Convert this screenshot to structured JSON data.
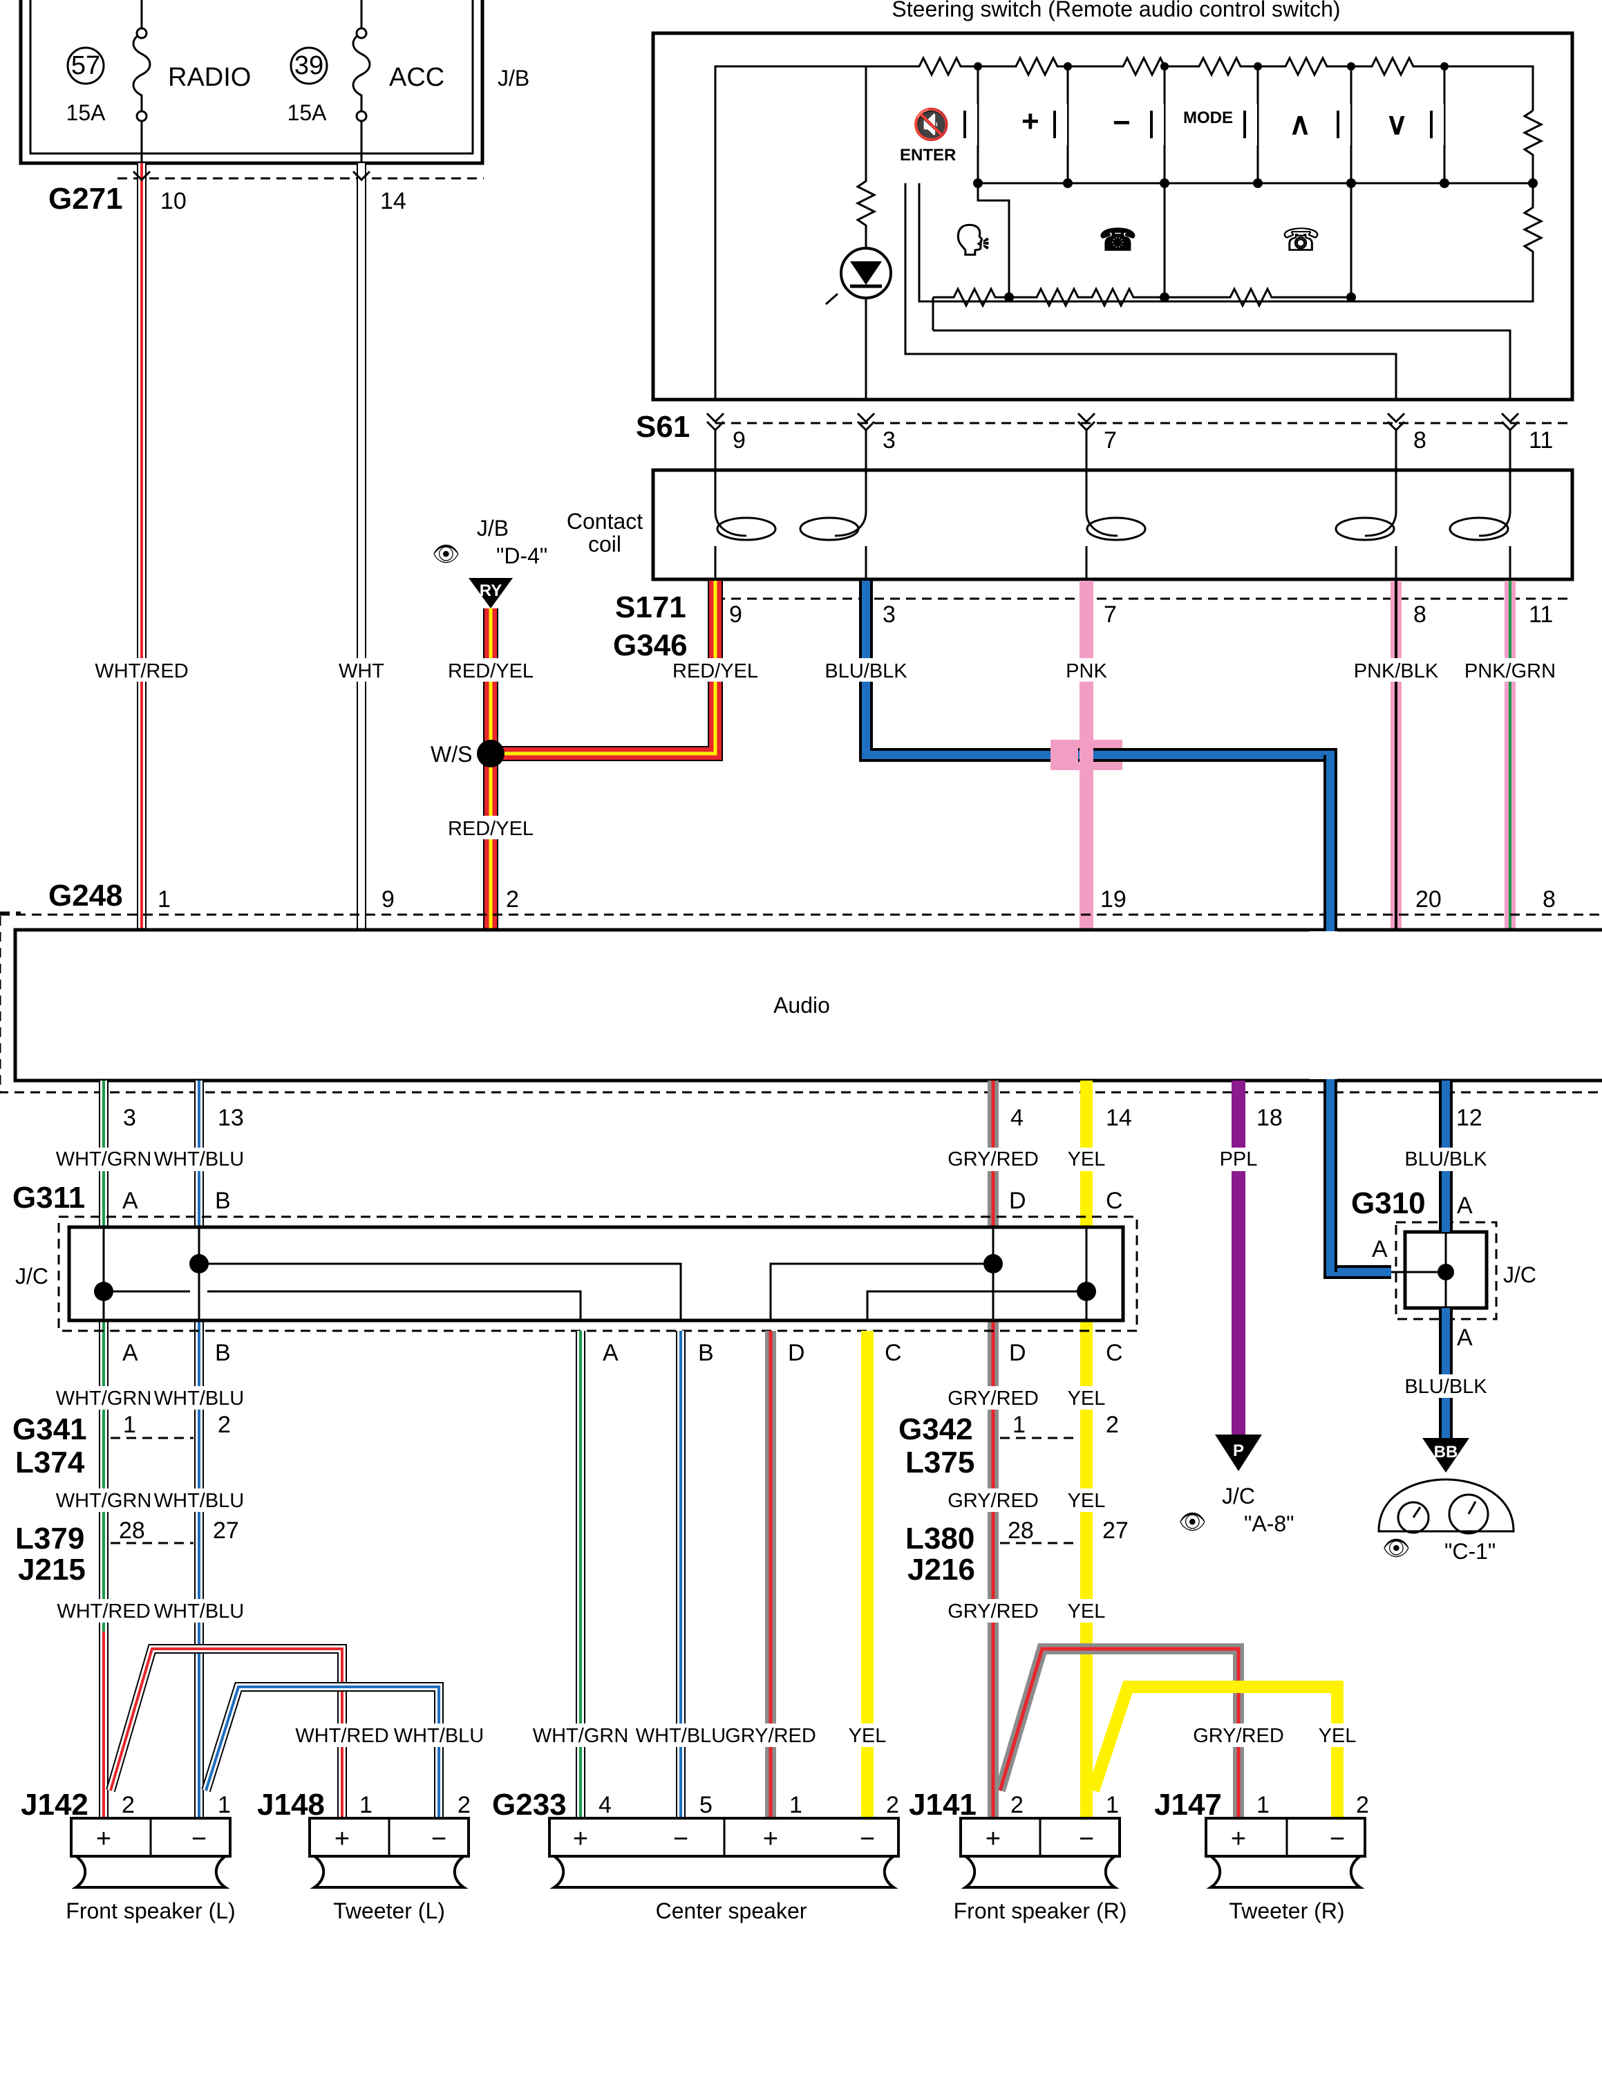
{
  "header": {
    "steering_title": "Steering switch (Remote audio control switch)"
  },
  "fuses": [
    {
      "number": "57",
      "name": "RADIO",
      "rating": "15A"
    },
    {
      "number": "39",
      "name": "ACC",
      "rating": "15A"
    }
  ],
  "jb_label": "J/B",
  "switch_labels": {
    "mode": "MODE",
    "enter": "ENTER",
    "plus": "+",
    "minus": "−",
    "up": "∧",
    "down": "∨"
  },
  "connectors": {
    "g271": {
      "name": "G271",
      "pins": [
        "10",
        "14"
      ]
    },
    "s61": {
      "name": "S61",
      "pins": [
        "9",
        "3",
        "7",
        "8",
        "11"
      ]
    },
    "s171": {
      "name": "S171",
      "pins": [
        "9",
        "3",
        "7",
        "8",
        "11"
      ]
    },
    "g346": {
      "name": "G346"
    },
    "g248": {
      "name": "G248",
      "pins": [
        "1",
        "9",
        "2",
        "19",
        "20",
        "8"
      ]
    },
    "g311": {
      "name": "G311"
    },
    "g310": {
      "name": "G310"
    },
    "g341": {
      "name": "G341",
      "pins": [
        "1",
        "2"
      ]
    },
    "l374": {
      "name": "L374"
    },
    "g342": {
      "name": "G342",
      "pins": [
        "1",
        "2"
      ]
    },
    "l375": {
      "name": "L375"
    },
    "l379": {
      "name": "L379",
      "pins": [
        "28",
        "27"
      ]
    },
    "j215": {
      "name": "J215"
    },
    "l380": {
      "name": "L380",
      "pins": [
        "28",
        "27"
      ]
    },
    "j216": {
      "name": "J216"
    },
    "j142": {
      "name": "J142",
      "pins": [
        "2",
        "1"
      ]
    },
    "j148": {
      "name": "J148",
      "pins": [
        "1",
        "2"
      ]
    },
    "g233": {
      "name": "G233",
      "pins": [
        "4",
        "5",
        "1",
        "2"
      ]
    },
    "j141": {
      "name": "J141",
      "pins": [
        "2",
        "1"
      ]
    },
    "j147": {
      "name": "J147",
      "pins": [
        "1",
        "2"
      ]
    }
  },
  "audio_pins": [
    "3",
    "13",
    "4",
    "14",
    "18",
    "12"
  ],
  "jc_letters": [
    "A",
    "B",
    "D",
    "C"
  ],
  "labels": {
    "contact_coil_1": "Contact",
    "contact_coil_2": "coil",
    "jb_ref_1": "J/B",
    "jb_ref_2": "\"D-4\"",
    "ry": "RY",
    "ws": "W/S",
    "audio": "Audio",
    "jc": "J/C",
    "jc_ref_1": "J/C",
    "jc_ref_2": "\"A-8\"",
    "p_tag": "P",
    "bb_tag": "BB",
    "meter_ref": "\"C-1\""
  },
  "wires": {
    "wht_red": "WHT/RED",
    "wht": "WHT",
    "red_yel": "RED/YEL",
    "blu_blk": "BLU/BLK",
    "pnk": "PNK",
    "pnk_blk": "PNK/BLK",
    "pnk_grn": "PNK/GRN",
    "wht_grn": "WHT/GRN",
    "wht_blu": "WHT/BLU",
    "gry_red": "GRY/RED",
    "yel": "YEL",
    "ppl": "PPL"
  },
  "speakers": [
    {
      "name": "Front speaker (L)"
    },
    {
      "name": "Tweeter (L)"
    },
    {
      "name": "Center speaker"
    },
    {
      "name": "Front speaker (R)"
    },
    {
      "name": "Tweeter (R)"
    }
  ],
  "colors": {
    "red": "#e8262c",
    "yellow": "#fff200",
    "blue": "#1f6fc0",
    "pink": "#f29ec4",
    "green": "#1b9a4a",
    "gray": "#8c8c8c",
    "purple": "#8b1a8c"
  }
}
